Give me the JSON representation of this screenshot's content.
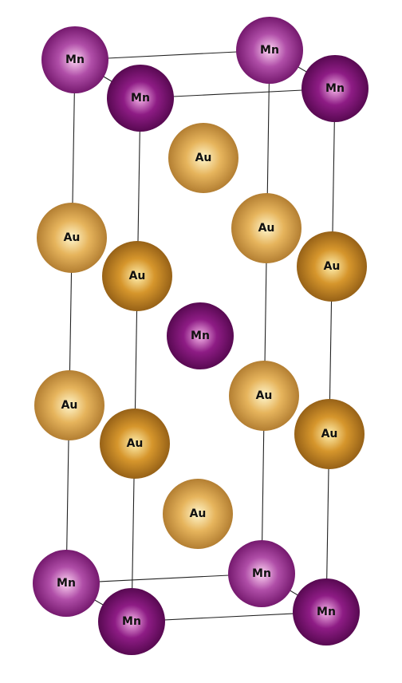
{
  "colors": {
    "background": "#ffffff",
    "bond": "#222222",
    "Mn": {
      "light": "#ffd6f4",
      "mid": "#b04ea8",
      "dark": "#6a0f63"
    },
    "Mn_front": {
      "light": "#f7b7ea",
      "mid": "#8e1c85",
      "dark": "#4d0547"
    },
    "Au": {
      "light": "#fff6cc",
      "mid": "#e6b45c",
      "dark": "#a9742a"
    },
    "Au_front": {
      "light": "#fff0b0",
      "mid": "#d6962c",
      "dark": "#8a5713"
    }
  },
  "elements": {
    "Mn": "Mn",
    "Au": "Au"
  },
  "atoms": [
    {
      "id": "mn-top-back-left",
      "element": "Mn",
      "shade": "back"
    },
    {
      "id": "mn-top-back-right",
      "element": "Mn",
      "shade": "back"
    },
    {
      "id": "mn-top-front-left",
      "element": "Mn",
      "shade": "front"
    },
    {
      "id": "mn-top-front-right",
      "element": "Mn",
      "shade": "front"
    },
    {
      "id": "au-upper-center",
      "element": "Au",
      "shade": "back"
    },
    {
      "id": "au-left-upper",
      "element": "Au",
      "shade": "back"
    },
    {
      "id": "au-right-back-upper",
      "element": "Au",
      "shade": "back"
    },
    {
      "id": "au-front-left-upper",
      "element": "Au",
      "shade": "front"
    },
    {
      "id": "au-front-right-upper",
      "element": "Au",
      "shade": "front"
    },
    {
      "id": "mn-center",
      "element": "Mn",
      "shade": "front"
    },
    {
      "id": "au-left-lower",
      "element": "Au",
      "shade": "back"
    },
    {
      "id": "au-right-back-lower",
      "element": "Au",
      "shade": "back"
    },
    {
      "id": "au-front-left-lower",
      "element": "Au",
      "shade": "front"
    },
    {
      "id": "au-front-right-lower",
      "element": "Au",
      "shade": "front"
    },
    {
      "id": "au-lower-center",
      "element": "Au",
      "shade": "back"
    },
    {
      "id": "mn-bottom-back-left",
      "element": "Mn",
      "shade": "back"
    },
    {
      "id": "mn-bottom-back-right",
      "element": "Mn",
      "shade": "back"
    },
    {
      "id": "mn-bottom-front-left",
      "element": "Mn",
      "shade": "front"
    },
    {
      "id": "mn-bottom-front-right",
      "element": "Mn",
      "shade": "front"
    }
  ]
}
